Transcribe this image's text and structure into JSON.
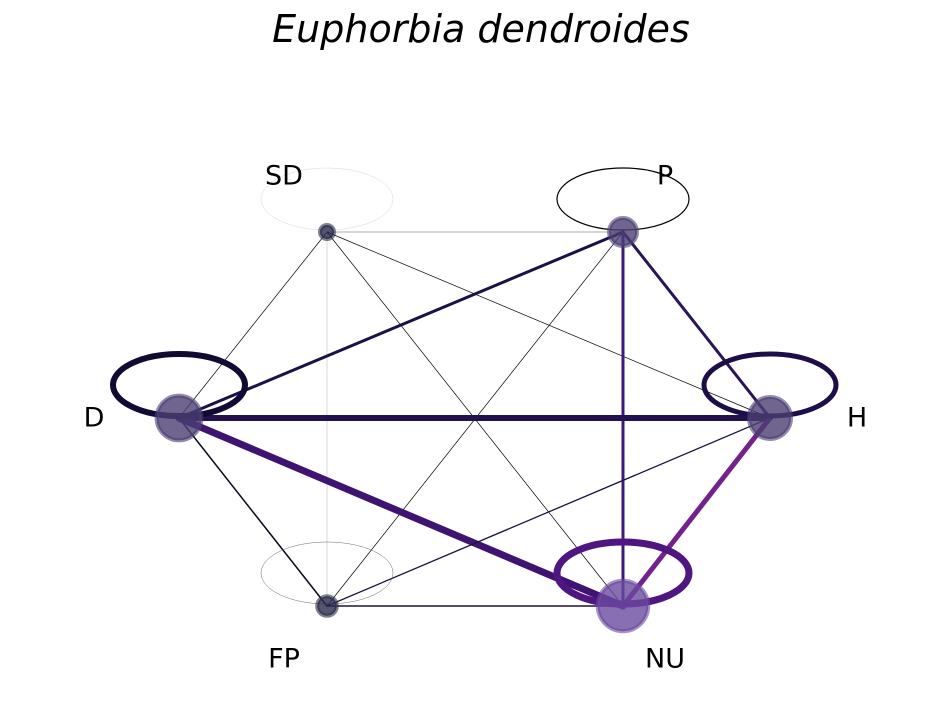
{
  "title": "Euphorbia dendroides",
  "nodes": [
    {
      "id": "SD",
      "label": "SD",
      "fill": "#2b2b4b",
      "size": 1.0,
      "self_loop": {
        "color": "#d7d7d7",
        "weight": 0.5
      }
    },
    {
      "id": "P",
      "label": "P",
      "fill": "#4b3f73",
      "size": 2.0,
      "self_loop": {
        "color": "#000000",
        "weight": 1.2
      }
    },
    {
      "id": "D",
      "label": "D",
      "fill": "#4b3f73",
      "size": 3.2,
      "self_loop": {
        "color": "#120a33",
        "weight": 6
      }
    },
    {
      "id": "H",
      "label": "H",
      "fill": "#4b3f73",
      "size": 3.0,
      "self_loop": {
        "color": "#1d0e4a",
        "weight": 5
      }
    },
    {
      "id": "FP",
      "label": "FP",
      "fill": "#2b2b4b",
      "size": 1.4,
      "self_loop": {
        "color": "#6a6a6a",
        "weight": 0.5
      }
    },
    {
      "id": "NU",
      "label": "NU",
      "fill": "#6a4aa0",
      "size": 3.6,
      "self_loop": {
        "color": "#4f1682",
        "weight": 7
      }
    }
  ],
  "edges": [
    {
      "from": "SD",
      "to": "P",
      "color": "#bdbdbd",
      "weight": 1.2
    },
    {
      "from": "SD",
      "to": "D",
      "color": "#000000",
      "weight": 0.7
    },
    {
      "from": "SD",
      "to": "H",
      "color": "#000000",
      "weight": 0.7
    },
    {
      "from": "SD",
      "to": "FP",
      "color": "#d9d9d9",
      "weight": 1.0
    },
    {
      "from": "SD",
      "to": "NU",
      "color": "#000000",
      "weight": 0.7
    },
    {
      "from": "P",
      "to": "D",
      "color": "#1b1147",
      "weight": 3
    },
    {
      "from": "P",
      "to": "H",
      "color": "#2a1558",
      "weight": 3
    },
    {
      "from": "P",
      "to": "FP",
      "color": "#000000",
      "weight": 0.7
    },
    {
      "from": "P",
      "to": "NU",
      "color": "#3d1a78",
      "weight": 3
    },
    {
      "from": "D",
      "to": "H",
      "color": "#241250",
      "weight": 6
    },
    {
      "from": "D",
      "to": "FP",
      "color": "#0a0a1e",
      "weight": 1.5
    },
    {
      "from": "D",
      "to": "NU",
      "color": "#3f1372",
      "weight": 7
    },
    {
      "from": "H",
      "to": "FP",
      "color": "#1a1240",
      "weight": 1.3
    },
    {
      "from": "H",
      "to": "NU",
      "color": "#74218d",
      "weight": 5
    },
    {
      "from": "FP",
      "to": "NU",
      "color": "#1a1240",
      "weight": 1.5
    }
  ]
}
